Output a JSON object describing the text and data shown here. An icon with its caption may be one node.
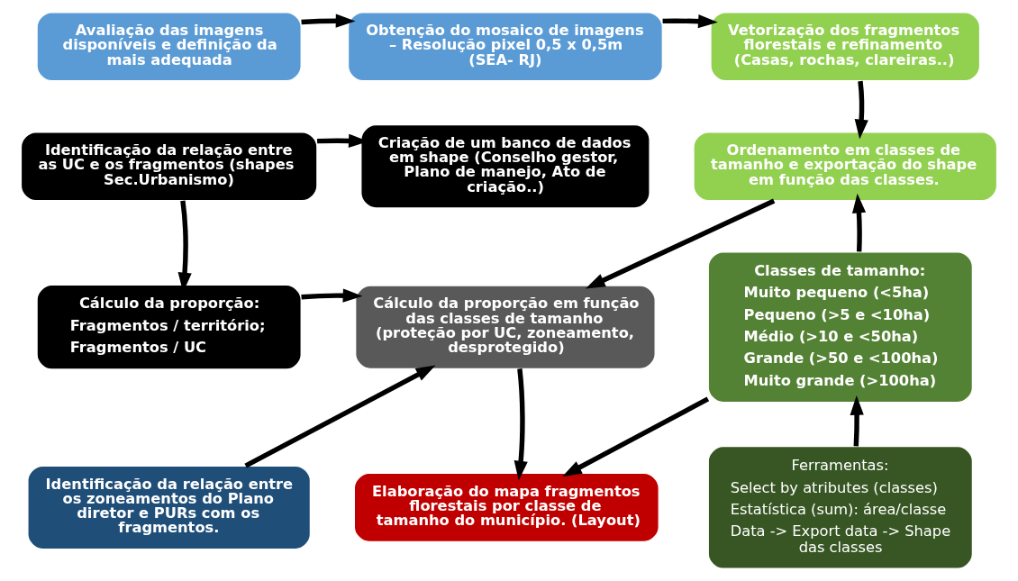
{
  "diagram": {
    "nodes": [
      {
        "text": [
          "Avaliação das imagens disponíveis e definição da mais adequada"
        ]
      },
      {
        "text": [
          "Obtenção do mosaico de imagens – Resolução pixel 0,5 x 0,5m (SEA- RJ)"
        ]
      },
      {
        "text": [
          "Vetorização dos fragmentos florestais e refinamento (Casas, rochas, clareiras..)"
        ]
      },
      {
        "text": [
          "Identificação da relação entre as UC e os fragmentos (shapes Sec.Urbanismo)"
        ]
      },
      {
        "text": [
          "Criação de um banco de dados em shape (Conselho gestor, Plano de manejo, Ato de criação..)"
        ]
      },
      {
        "text": [
          "Ordenamento em classes de tamanho e exportação do shape em função das classes."
        ]
      },
      {
        "text": [
          "Cálculo da proporção:",
          "Fragmentos / território;",
          "Fragmentos / UC"
        ]
      },
      {
        "text": [
          "Cálculo da proporção em função das classes de tamanho (proteção por UC, zoneamento, desprotegido)"
        ]
      },
      {
        "text": [
          "Classes de tamanho:",
          "Muito pequeno (<5ha)",
          "Pequeno (>5 e <10ha)",
          "Médio (>10 e <50ha)",
          "Grande (>50 e <100ha)",
          "Muito grande (>100ha)"
        ]
      },
      {
        "text": [
          "Identificação da relação entre os zoneamentos do Plano diretor e PURs com os fragmentos."
        ]
      },
      {
        "text": [
          "Elaboração do mapa fragmentos florestais por classe de tamanho do município. (Layout)"
        ]
      },
      {
        "text": [
          "Ferramentas:",
          "Select by atributes (classes)",
          "Estatística (sum): área/classe",
          "Data -> Export data -> Shape das classes"
        ]
      }
    ],
    "edges": [
      {
        "from": 0,
        "to": 1,
        "arrow": "to"
      },
      {
        "from": 1,
        "to": 2,
        "arrow": "to"
      },
      {
        "from": 2,
        "to": 5,
        "arrow": "to"
      },
      {
        "from": 3,
        "to": 4,
        "arrow": "to"
      },
      {
        "from": 3,
        "to": 6,
        "arrow": "to"
      },
      {
        "from": 5,
        "to": 7,
        "arrow": "to"
      },
      {
        "from": 8,
        "to": 5,
        "arrow": "to"
      },
      {
        "from": 6,
        "to": 7,
        "arrow": "to"
      },
      {
        "from": 9,
        "to": 7,
        "arrow": "to"
      },
      {
        "from": 7,
        "to": 10,
        "arrow": "to"
      },
      {
        "from": 8,
        "to": 10,
        "arrow": "to"
      },
      {
        "from": 11,
        "to": 8,
        "arrow": "to"
      }
    ]
  }
}
